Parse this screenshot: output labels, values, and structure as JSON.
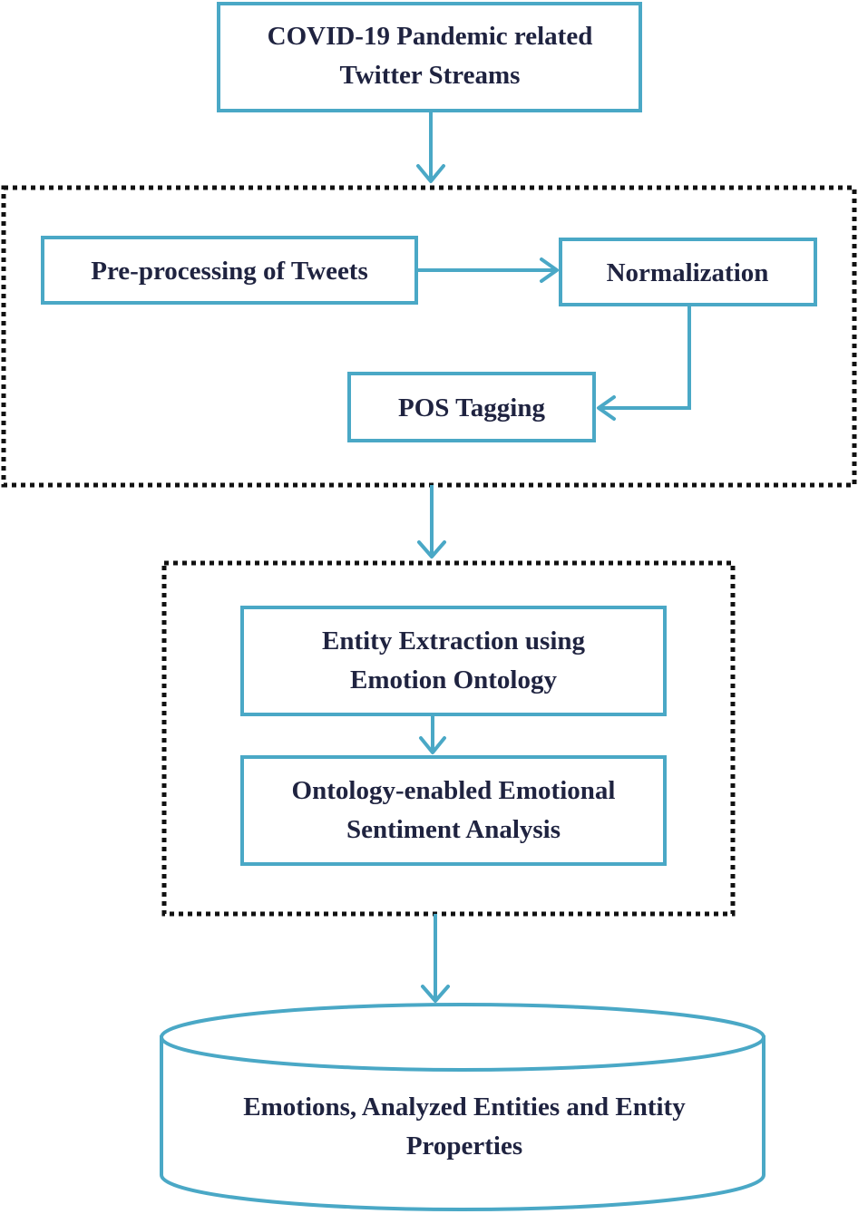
{
  "diagram": {
    "source": {
      "line1": "COVID-19 Pandemic related",
      "line2": "Twitter Streams"
    },
    "preprocessing_group": {
      "preprocess": "Pre-processing of Tweets",
      "normalization": "Normalization",
      "pos_tagging": "POS Tagging"
    },
    "analysis_group": {
      "entity_extraction": {
        "line1": "Entity Extraction using",
        "line2": "Emotion Ontology"
      },
      "sentiment_analysis": {
        "line1": "Ontology-enabled Emotional",
        "line2": "Sentiment Analysis"
      }
    },
    "output_store": {
      "line1": "Emotions, Analyzed Entities and Entity",
      "line2": "Properties"
    },
    "colors": {
      "box_stroke": "#4aa8c6",
      "arrow": "#4aa8c6",
      "dashed_border": "#111111",
      "text": "#1f2340"
    }
  }
}
